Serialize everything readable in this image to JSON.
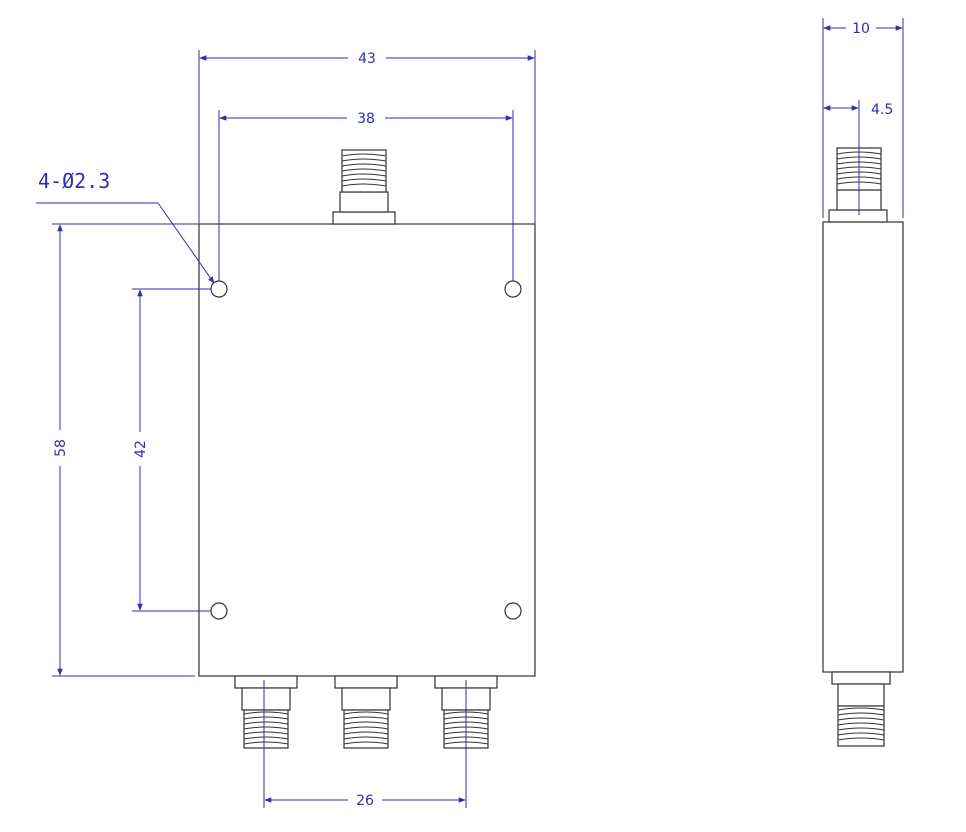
{
  "dimensions": {
    "width_43": "43",
    "hole_spacing_38": "38",
    "hole_label": "4-Ø2.3",
    "height_58": "58",
    "hole_spacing_42": "42",
    "port_spacing_26": "26",
    "depth_10": "10",
    "connector_offset_4_5": "4.5"
  },
  "colors": {
    "outline": "#333333",
    "dimension": "#2f2fb0"
  }
}
